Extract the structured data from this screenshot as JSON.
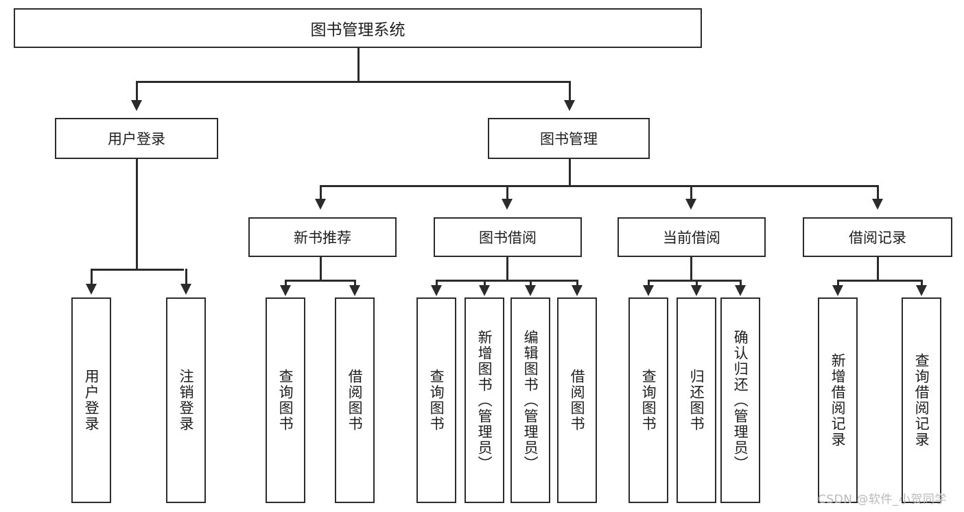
{
  "diagram": {
    "title": "图书管理系统",
    "type": "tree",
    "root": {
      "label": "图书管理系统"
    },
    "level1": [
      {
        "label": "用户登录"
      },
      {
        "label": "图书管理"
      }
    ],
    "level2": [
      {
        "label": "新书推荐"
      },
      {
        "label": "图书借阅"
      },
      {
        "label": "当前借阅"
      },
      {
        "label": "借阅记录"
      }
    ],
    "leaves": {
      "user_login": [
        {
          "label": "用户登录"
        },
        {
          "label": "注销登录"
        }
      ],
      "new_book_recommend": [
        {
          "label": "查询图书"
        },
        {
          "label": "借阅图书"
        }
      ],
      "book_borrow": [
        {
          "label": "查询图书"
        },
        {
          "label": "新增图书（管理员）"
        },
        {
          "label": "编辑图书（管理员）"
        },
        {
          "label": "借阅图书"
        }
      ],
      "current_borrow": [
        {
          "label": "查询图书"
        },
        {
          "label": "归还图书"
        },
        {
          "label": "确认归还（管理员）"
        }
      ],
      "borrow_record": [
        {
          "label": "新增借阅记录"
        },
        {
          "label": "查询借阅记录"
        }
      ]
    }
  },
  "watermark": {
    "text": "CSDN @软件_小贺同学"
  },
  "colors": {
    "stroke": "#2b2b2b",
    "background": "#ffffff",
    "text": "#1d1d1d",
    "watermark": "#b9b9b9"
  }
}
